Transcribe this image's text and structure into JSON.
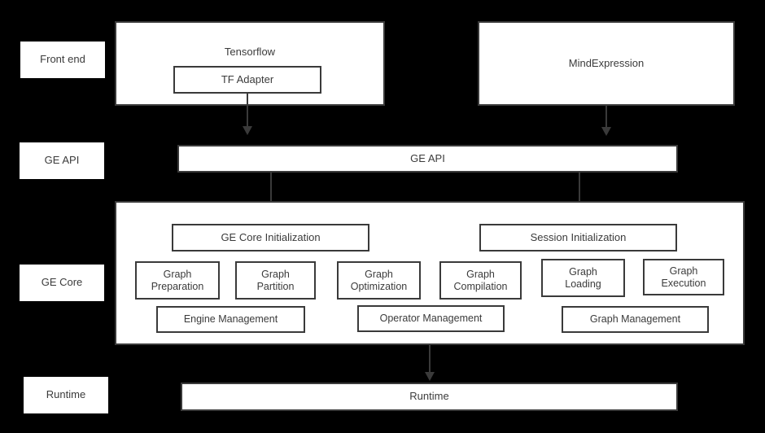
{
  "diagram": {
    "title": "GE architecture layered diagram",
    "background_color": "#000000",
    "box_fill_color": "#ffffff",
    "box_border_color": "#3a3a3a",
    "text_color": "#3b3b3b"
  },
  "layer_labels": [
    {
      "id": "front-end",
      "label": "Front end"
    },
    {
      "id": "ge-api",
      "label": "GE API"
    },
    {
      "id": "ge-core",
      "label": "GE Core"
    },
    {
      "id": "runtime",
      "label": "Runtime"
    }
  ],
  "frontend": {
    "tensorflow": {
      "title": "Tensorflow",
      "adapter": "TF Adapter"
    },
    "mindexpression": {
      "title": "MindExpression"
    }
  },
  "ge_api": {
    "label": "GE API"
  },
  "ge_core": {
    "initializations": [
      {
        "label": "GE Core Initialization"
      },
      {
        "label": "Session Initialization"
      }
    ],
    "stages": [
      {
        "line1": "Graph",
        "line2": "Preparation"
      },
      {
        "line1": "Graph",
        "line2": "Partition"
      },
      {
        "line1": "Graph",
        "line2": "Optimization"
      },
      {
        "line1": "Graph",
        "line2": "Compilation"
      },
      {
        "line1": "Graph",
        "line2": "Loading"
      },
      {
        "line1": "Graph",
        "line2": "Execution"
      }
    ],
    "managers": [
      {
        "label": "Engine Management"
      },
      {
        "label": "Operator Management"
      },
      {
        "label": "Graph Management"
      }
    ]
  },
  "runtime": {
    "label": "Runtime"
  }
}
